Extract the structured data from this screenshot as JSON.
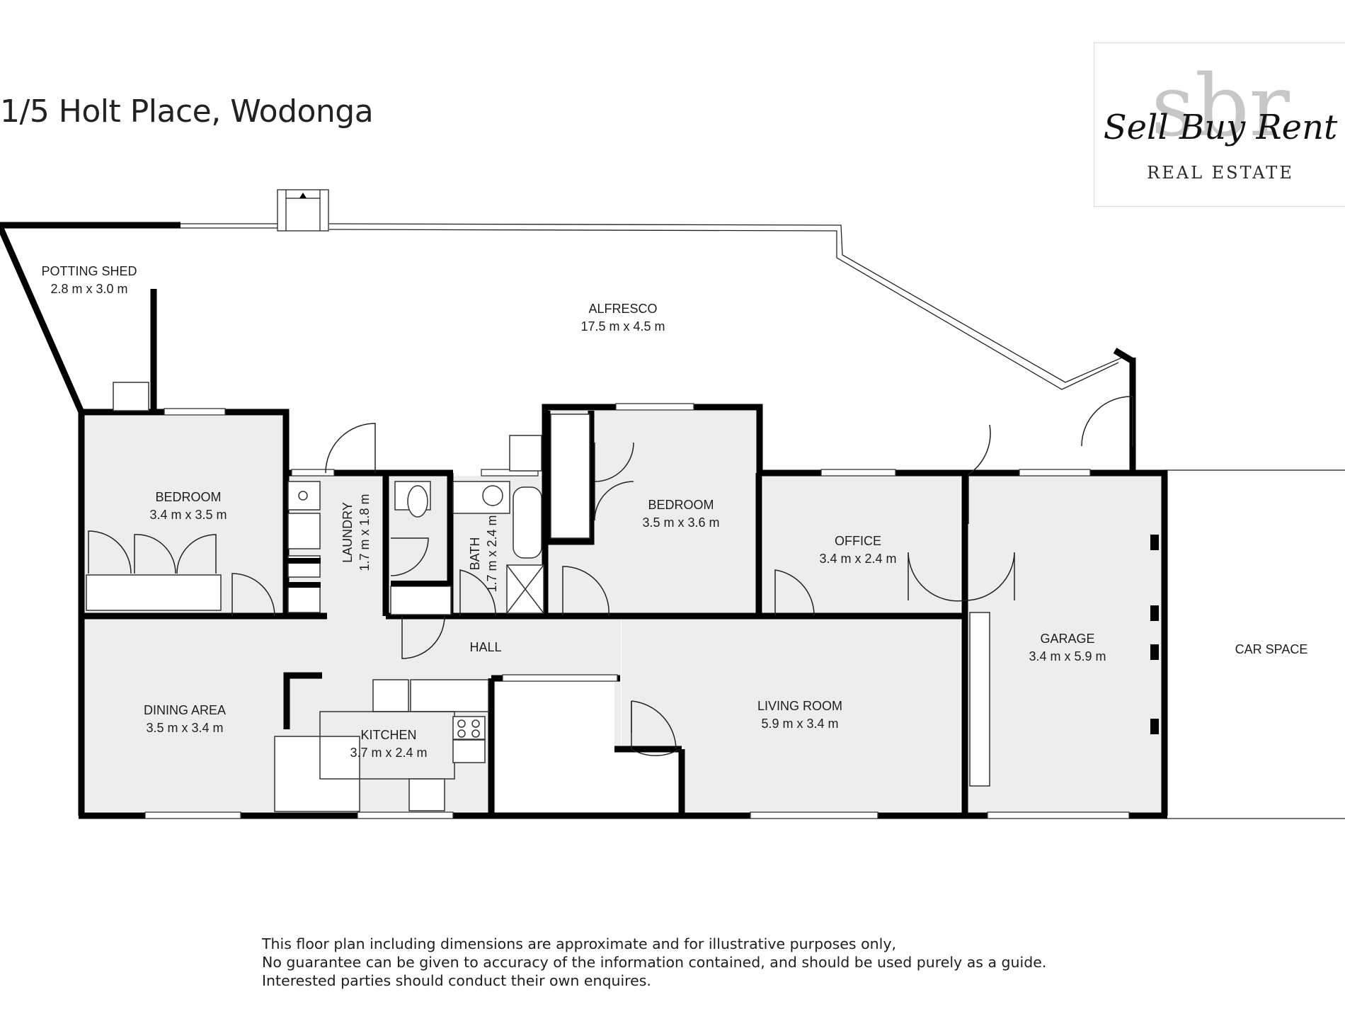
{
  "title": "1/5 Holt Place, Wodonga",
  "logo": {
    "monogram": "sbr",
    "script": "Sell Buy Rent",
    "subtitle": "REAL ESTATE"
  },
  "rooms": {
    "potting_shed": {
      "name": "POTTING SHED",
      "dims": "2.8 m x 3.0 m"
    },
    "alfresco": {
      "name": "ALFRESCO",
      "dims": "17.5 m x 4.5 m"
    },
    "bedroom_1": {
      "name": "BEDROOM",
      "dims": "3.4 m x 3.5 m"
    },
    "laundry": {
      "name": "LAUNDRY",
      "dims": "1.7 m x 1.8 m"
    },
    "bath": {
      "name": "BATH",
      "dims": "1.7 m x 2.4 m"
    },
    "bedroom_2": {
      "name": "BEDROOM",
      "dims": "3.5 m x 3.6 m"
    },
    "office": {
      "name": "OFFICE",
      "dims": "3.4 m x 2.4 m"
    },
    "garage": {
      "name": "GARAGE",
      "dims": "3.4 m x 5.9 m"
    },
    "car_space": {
      "name": "CAR SPACE"
    },
    "hall": {
      "name": "HALL"
    },
    "dining": {
      "name": "DINING AREA",
      "dims": "3.5 m x 3.4 m"
    },
    "kitchen": {
      "name": "KITCHEN",
      "dims": "3.7 m x 2.4 m"
    },
    "living": {
      "name": "LIVING ROOM",
      "dims": "5.9 m x 3.4 m"
    }
  },
  "disclaimer": {
    "line1": "This floor plan including dimensions are approximate and for illustrative purposes only,",
    "line2": "No guarantee can be given to accuracy of the information contained, and should be used purely as a guide.",
    "line3": "Interested parties should conduct their own enquires."
  }
}
